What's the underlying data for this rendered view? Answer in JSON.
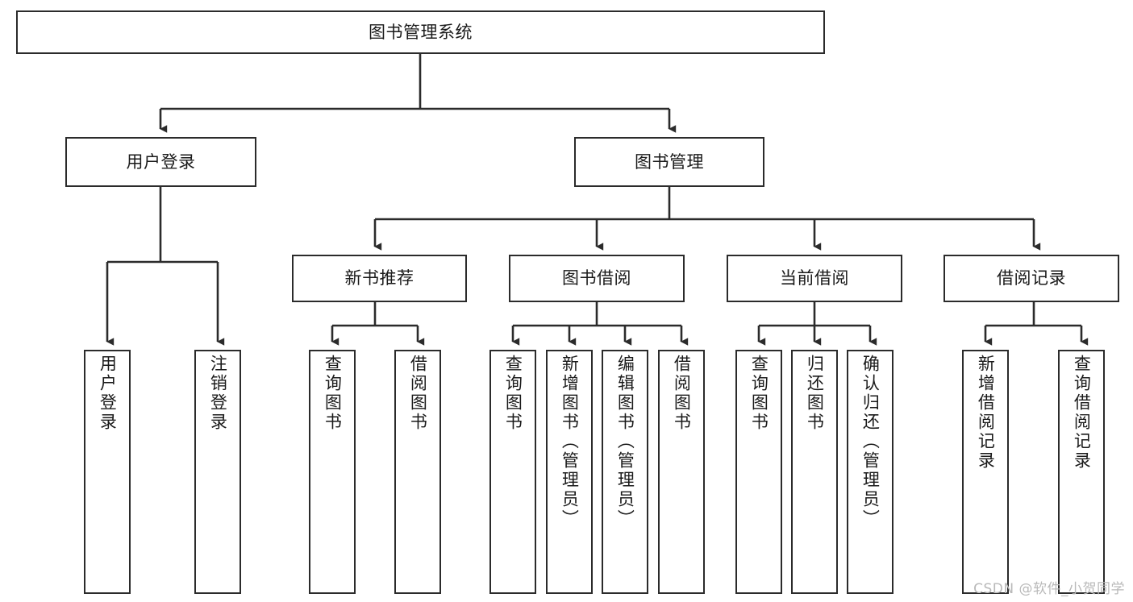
{
  "diagram": {
    "title": "图书管理系统",
    "type": "tree-hierarchy-diagram",
    "watermark": "CSDN @软件_小贺同学",
    "colors": {
      "stroke": "#2b2b2b",
      "fill": "#ffffff",
      "text": "#1a1a1a",
      "watermark": "#b9b9b9"
    },
    "nodes": {
      "root": {
        "label": "图书管理系统"
      },
      "level2": [
        {
          "id": "user-login",
          "label": "用户登录"
        },
        {
          "id": "book-management",
          "label": "图书管理"
        }
      ],
      "level3": [
        {
          "id": "new-book-recommend",
          "label": "新书推荐"
        },
        {
          "id": "book-borrow",
          "label": "图书借阅"
        },
        {
          "id": "current-borrow",
          "label": "当前借阅"
        },
        {
          "id": "borrow-record",
          "label": "借阅记录"
        }
      ],
      "leaves": {
        "user-login": [
          {
            "id": "leaf-user-login",
            "label": "用户登录"
          },
          {
            "id": "leaf-logout-login",
            "label": "注销登录"
          }
        ],
        "new-book-recommend": [
          {
            "id": "leaf-query-book-1",
            "label": "查询图书"
          },
          {
            "id": "leaf-borrow-book-1",
            "label": "借阅图书"
          }
        ],
        "book-borrow": [
          {
            "id": "leaf-query-book-2",
            "label": "查询图书"
          },
          {
            "id": "leaf-add-book-admin",
            "label": "新增图书（管理员）"
          },
          {
            "id": "leaf-edit-book-admin",
            "label": "编辑图书（管理员）"
          },
          {
            "id": "leaf-borrow-book-2",
            "label": "借阅图书"
          }
        ],
        "current-borrow": [
          {
            "id": "leaf-query-book-3",
            "label": "查询图书"
          },
          {
            "id": "leaf-return-book",
            "label": "归还图书"
          },
          {
            "id": "leaf-confirm-return-admin",
            "label": "确认归还（管理员）"
          }
        ],
        "borrow-record": [
          {
            "id": "leaf-add-borrow-record",
            "label": "新增借阅记录"
          },
          {
            "id": "leaf-query-borrow-record",
            "label": "查询借阅记录"
          }
        ]
      }
    }
  }
}
